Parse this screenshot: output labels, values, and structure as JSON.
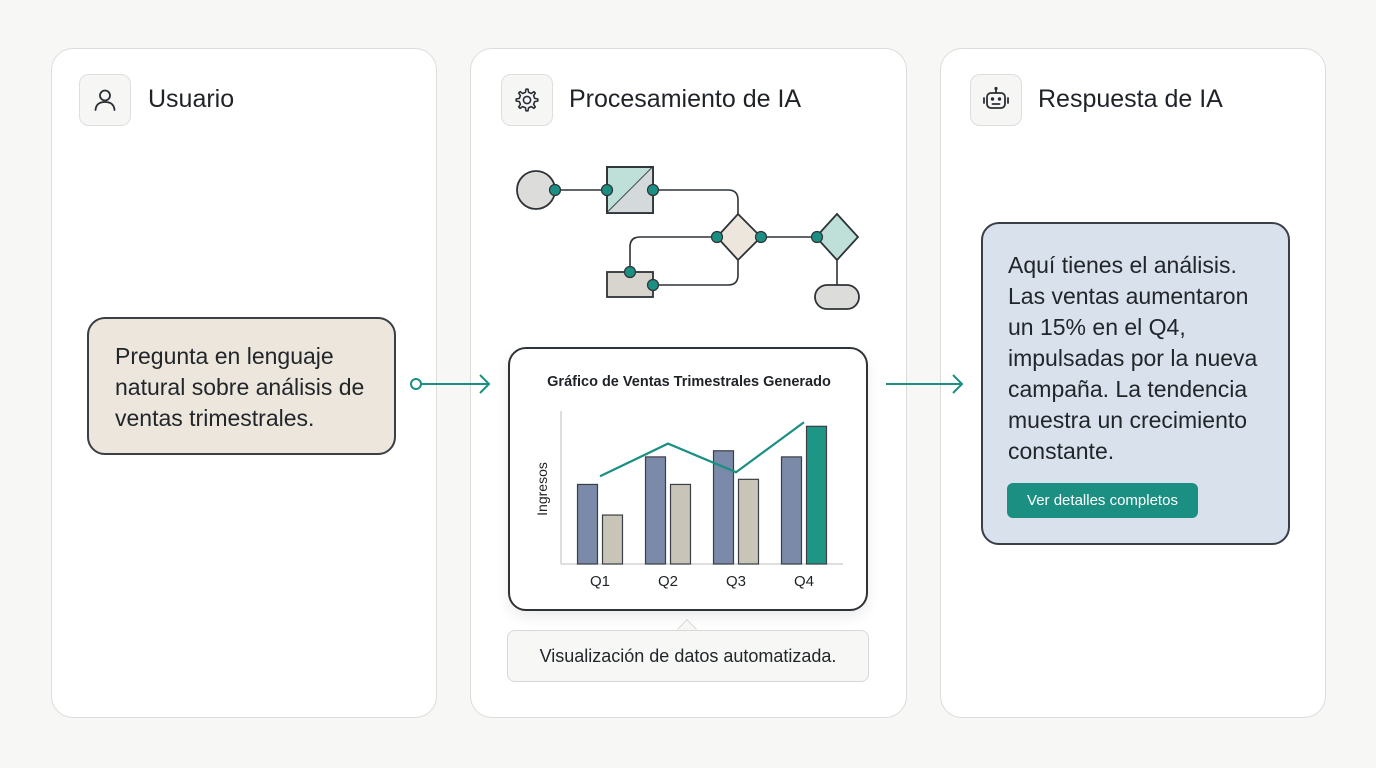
{
  "panels": {
    "user": {
      "title": "Usuario",
      "icon": "user-icon"
    },
    "processing": {
      "title": "Procesamiento de IA",
      "icon": "gear-icon"
    },
    "response": {
      "title": "Respuesta de IA",
      "icon": "robot-icon"
    }
  },
  "user_message": "Pregunta en lenguaje natural sobre análisis de ventas trimestrales.",
  "ai_message": "Aquí tienes el análisis. Las ventas aumentaron un 15% en el Q4, impulsadas por la nueva campaña. La tendencia muestra un crecimiento constante.",
  "details_button": "Ver detalles completos",
  "caption": "Visualización de datos automatizada.",
  "colors": {
    "accent": "#1a8f82",
    "user_bubble": "#ece6dc",
    "ai_bubble": "#d9e1ec",
    "bar_primary": "#7a8aa8",
    "bar_secondary": "#c9c4b8",
    "highlight": "#1e9686"
  },
  "chart_data": {
    "type": "bar",
    "title": "Gráfico de Ventas Trimestrales Generado",
    "ylabel": "Ingresos",
    "xlabel": "",
    "categories": [
      "Q1",
      "Q2",
      "Q3",
      "Q4"
    ],
    "series": [
      {
        "values": [
          78,
          105,
          111,
          105
        ]
      },
      {
        "values": [
          48,
          78,
          83,
          135
        ]
      }
    ],
    "trend_line": [
      86,
      118,
      90,
      139
    ],
    "ylim": [
      0,
      150
    ],
    "grid": false,
    "legend": "none"
  }
}
